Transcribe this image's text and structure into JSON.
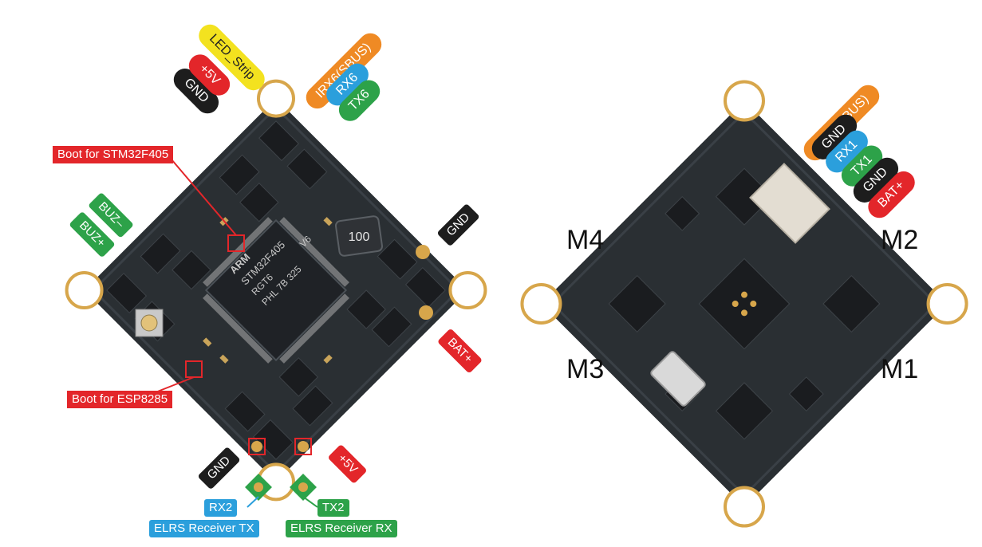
{
  "colors": {
    "red": "#e3262a",
    "green": "#2da249",
    "blue": "#2b9fdc",
    "orange": "#ef8a24",
    "yellow": "#f3e21f",
    "black": "#1d1d1d",
    "pcb": "#2a2f33",
    "pad": "#d7a64b"
  },
  "left_board": {
    "top_left_wires": [
      "GND",
      "+5V",
      "LED_Strip"
    ],
    "top_right_wires": [
      "IRX6(SBUS)",
      "RX6",
      "TX6"
    ],
    "buzzer": [
      "BUZ–",
      "BUZ+"
    ],
    "gnd_right": "GND",
    "bat_plus": "BAT+",
    "boot_stm": "Boot for STM32F405",
    "boot_esp": "Boot for ESP8285",
    "gnd_bottom": "GND",
    "plus5_bottom": "+5V",
    "rx2": "RX2",
    "tx2": "TX2",
    "elrs_tx": "ELRS Receiver TX",
    "elrs_rx": "ELRS Receiver RX",
    "chip_marking": [
      "ARM",
      "STM32F405",
      "RGT6",
      "V6",
      "PHL 7B 325"
    ],
    "inductor_marking": "100"
  },
  "right_board": {
    "wires": [
      "IRX6(SBUS)",
      "GND",
      "RX1",
      "TX1",
      "GND",
      "BAT+"
    ],
    "motors": [
      "M4",
      "M2",
      "M3",
      "M1"
    ]
  }
}
